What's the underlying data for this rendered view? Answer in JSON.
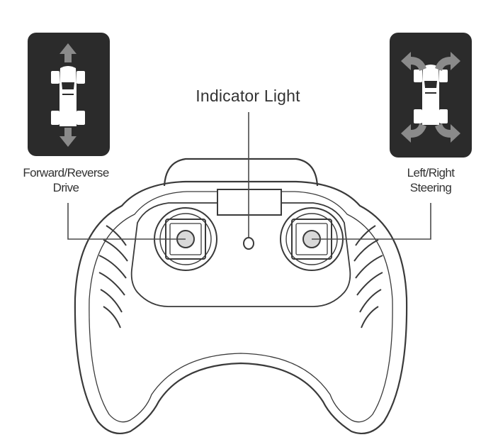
{
  "labels": {
    "indicator": "Indicator Light",
    "forward_reverse": [
      "Forward/Reverse",
      "Drive"
    ],
    "steering": [
      "Left/Right",
      "Steering"
    ]
  },
  "icons": {
    "drive_panel": "car-forward-reverse-arrows-icon",
    "steer_panel": "car-left-right-arrows-icon"
  },
  "colors": {
    "panel": "#2b2b2b",
    "arrow": "#8a8a8a",
    "line": "#4a4a4a"
  }
}
